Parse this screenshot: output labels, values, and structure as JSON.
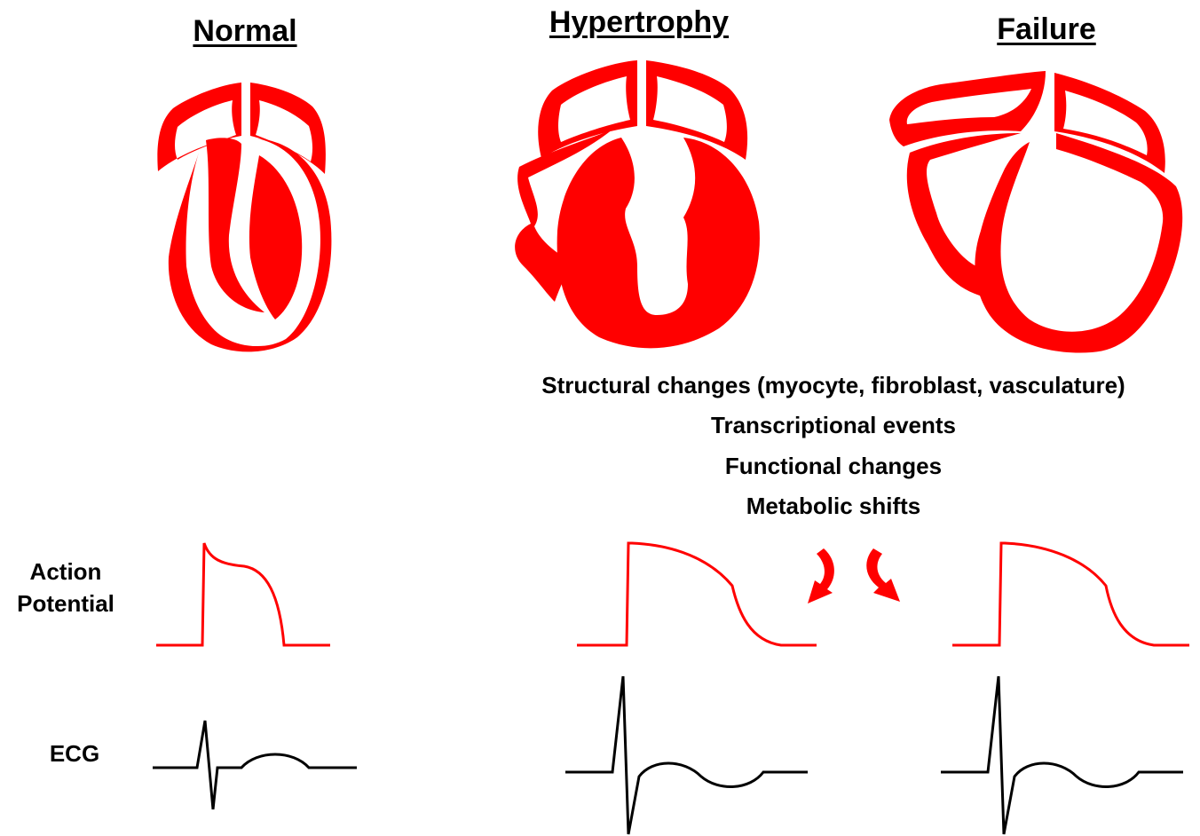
{
  "titles": {
    "normal": "Normal",
    "hypertrophy": "Hypertrophy",
    "failure": "Failure"
  },
  "changes": [
    "Structural changes (myocyte, fibroblast, vasculature)",
    "Transcriptional events",
    "Functional changes",
    "Metabolic shifts"
  ],
  "row_labels": {
    "action_potential_line1": "Action",
    "action_potential_line2": "Potential",
    "ecg": "ECG"
  },
  "colors": {
    "heart": "#ff0000",
    "action_potential": "#ff0000",
    "ecg": "#000000",
    "arrow": "#ff0000"
  }
}
